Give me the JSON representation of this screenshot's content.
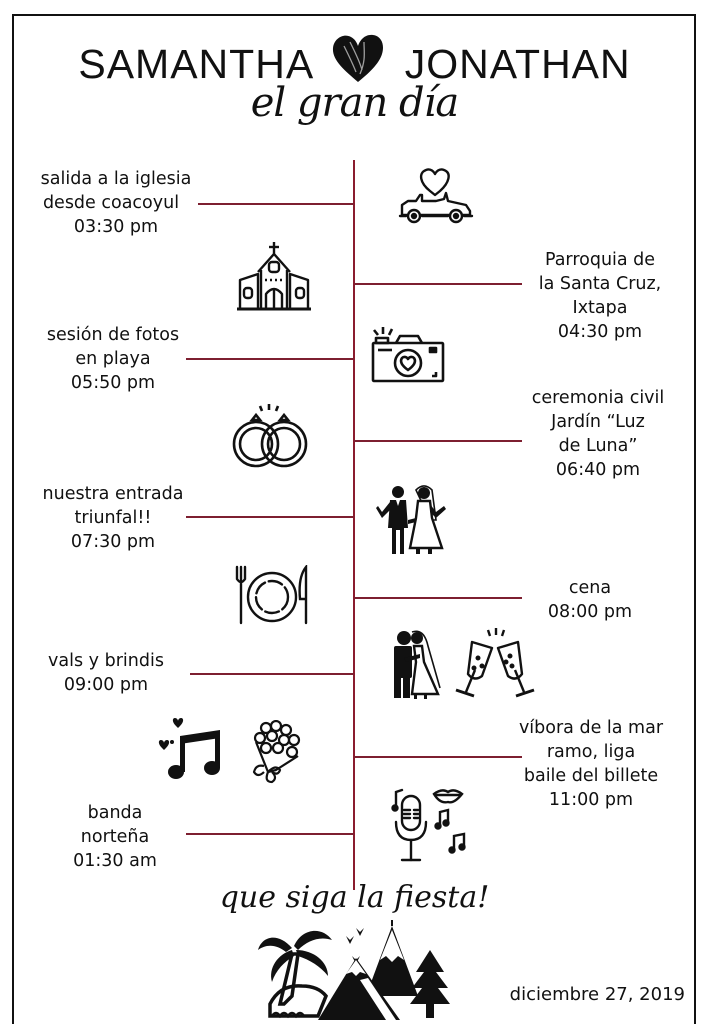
{
  "header": {
    "name_left": "SAMANTHA",
    "name_right": "JONATHAN",
    "heart_icon": "heart-icon",
    "subtitle": "el gran día"
  },
  "colors": {
    "timeline_line": "#8a1c2e",
    "text": "#111111",
    "border": "#111111",
    "background": "#ffffff"
  },
  "timeline": {
    "left_events": [
      {
        "lines": [
          "salida a la iglesia",
          "desde coacoyul",
          "03:30 pm"
        ],
        "icon": "car-with-heart-icon"
      },
      {
        "lines": [
          "sesión de fotos",
          "en playa",
          "05:50 pm"
        ],
        "icon": "camera-heart-icon"
      },
      {
        "lines": [
          "nuestra entrada",
          "triunfal!!",
          "07:30 pm"
        ],
        "icon": "bride-groom-icon"
      },
      {
        "lines": [
          "vals y brindis",
          "09:00 pm"
        ],
        "icon": "dancing-couple-icon"
      },
      {
        "lines": [
          "banda",
          "norteña",
          "01:30 am"
        ],
        "icon": "microphone-music-icon"
      }
    ],
    "right_events": [
      {
        "lines": [
          "Parroquia de",
          "la Santa Cruz,",
          "Ixtapa",
          "04:30 pm"
        ],
        "icon": "church-icon"
      },
      {
        "lines": [
          "ceremonia civil",
          "Jardín “Luz",
          "de Luna”",
          "06:40 pm"
        ],
        "icon": "wedding-rings-icon"
      },
      {
        "lines": [
          "cena",
          "08:00 pm"
        ],
        "icon": "plate-fork-knife-icon"
      },
      {
        "lines": [
          "víbora de la mar",
          "ramo, liga",
          "baile del billete",
          "11:00 pm"
        ],
        "icon": "music-notes-bouquet-icon"
      }
    ]
  },
  "footer": {
    "tagline": "que siga la fiesta!",
    "illustration": "palm-mountains-tree-icon",
    "date": "diciembre 27, 2019"
  }
}
